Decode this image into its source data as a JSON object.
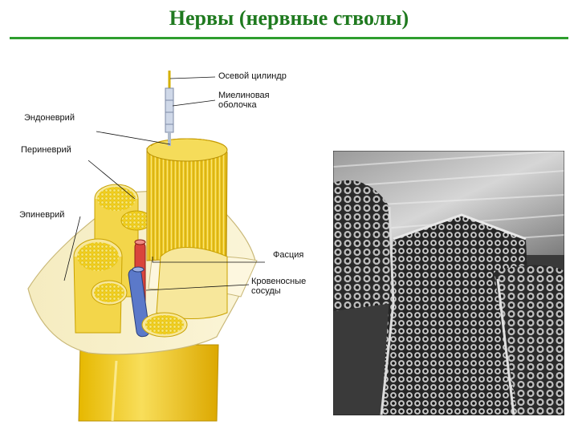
{
  "slide": {
    "title": "Нервы (нервные стволы)"
  },
  "labels": {
    "axon": "Осевой цилиндр",
    "myelin_1": "Миелиновая",
    "myelin_2": "оболочка",
    "endoneurium": "Эндоневрий",
    "perineurium": "Периневрий",
    "epineurium": "Эпиневрий",
    "fascia": "Фасция",
    "vessels_1": "Кровеносные",
    "vessels_2": "сосуды"
  },
  "colors": {
    "title": "#1f7a1f",
    "rule": "#2e9e2e",
    "nerve_yellow": "#f2d23a",
    "epineurium": "#f6edb4",
    "artery": "#d9453c",
    "vein": "#5b79c9"
  }
}
